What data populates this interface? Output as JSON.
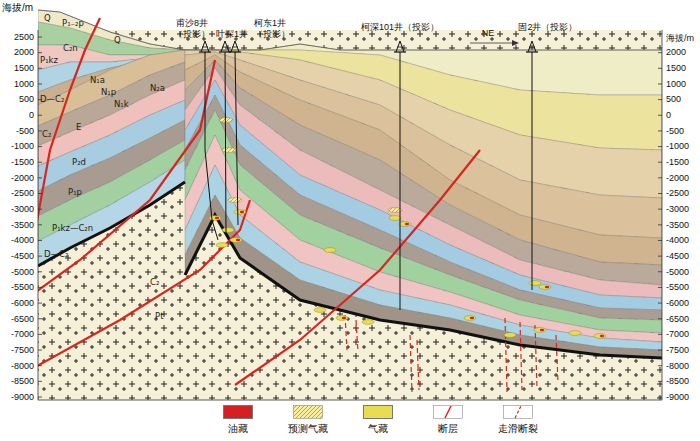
{
  "diagram": {
    "labels": [
      "海拔/m",
      "2500",
      "2000",
      "1500",
      "1000",
      "500",
      "0",
      "-500",
      "-1000",
      "-1500",
      "-2000",
      "-2500",
      "-3000",
      "-3500",
      "-4000",
      "-4500",
      "-5000",
      "-5500",
      "-6000",
      "-6500",
      "-7000",
      "-7500",
      "-8000",
      "-8500",
      "-9000",
      "海拔/m",
      "2000",
      "1500",
      "1000",
      "500",
      "0",
      "-500",
      "-1000",
      "-1500",
      "-2000",
      "-2500",
      "-3000",
      "-3500",
      "-4000",
      "-4500",
      "-5000",
      "-5500",
      "-6000",
      "-6500",
      "-7000",
      "-7500",
      "-8000",
      "-8500",
      "-9000",
      "甫沙8井",
      "（投影）",
      "叶探1井",
      "柯东1井",
      "（投影）",
      "柯深101井（投影）",
      "固2井（投影）",
      "NE",
      "Q",
      "P₁₋₂p",
      "Q",
      "P₁kz",
      "C₂n",
      "N₁a",
      "N₁p",
      "D—C₂",
      "N₁k",
      "N₂a",
      "E",
      "C₂",
      "P₂d",
      "P₁p",
      "P₁kz—C₂n",
      "D—C₂",
      "C₂",
      "Pt"
    ],
    "legend": [
      {
        "text": "油藏",
        "color": "#d42020"
      },
      {
        "text": "预测气藏"
      },
      {
        "text": "气藏",
        "color": "#e8dc50"
      },
      {
        "text": "断层"
      },
      {
        "text": "走滑断裂"
      }
    ]
  }
}
